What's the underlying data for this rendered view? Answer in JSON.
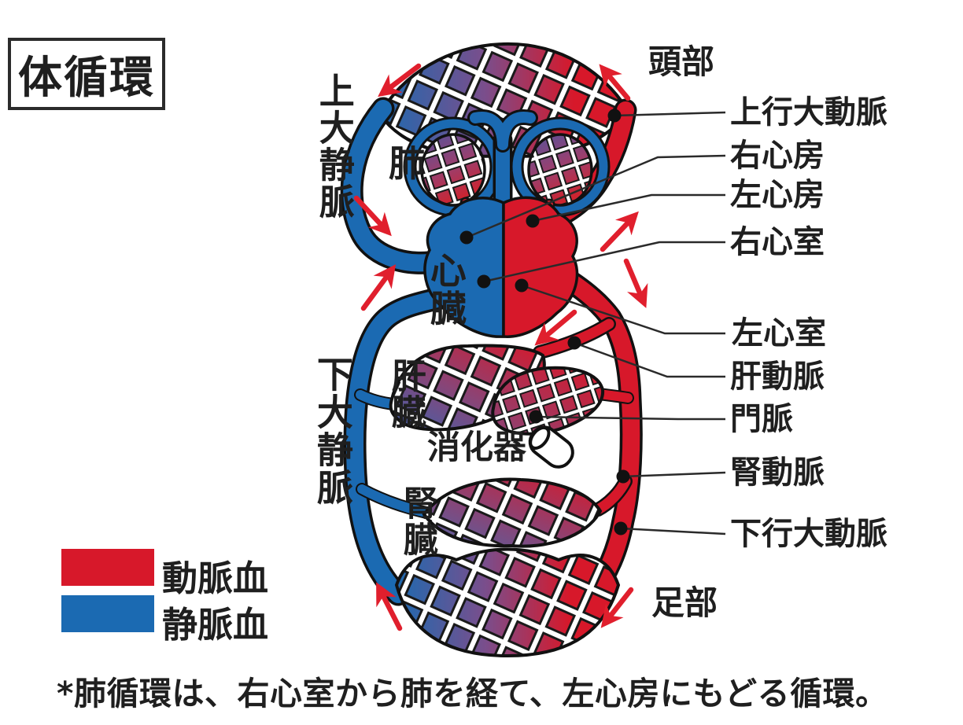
{
  "title": "体循環",
  "legend": {
    "arterial": {
      "label": "動脈血",
      "color": "#d7182a"
    },
    "venous": {
      "label": "静脈血",
      "color": "#1b6ab2"
    }
  },
  "footnote": "*肺循環は、右心室から肺を経て、左心房にもどる循環。",
  "labels": {
    "head": "頭部",
    "ascending_aorta": "上行大動脈",
    "right_atrium": "右心房",
    "left_atrium": "左心房",
    "right_ventricle": "右心室",
    "left_ventricle": "左心室",
    "hepatic_artery": "肝動脈",
    "portal_vein": "門脈",
    "renal_artery": "腎動脈",
    "descending_aorta": "下行大動脈",
    "foot": "足部",
    "superior_vena_cava": "上大静脈",
    "inferior_vena_cava": "下大静脈",
    "lung": "肺",
    "heart": "心臓",
    "liver": "肝臓",
    "digestive_organs": "消化器",
    "kidney": "腎臓"
  },
  "colors": {
    "arterial_red": "#d7182a",
    "venous_blue": "#1b6ab2",
    "capillary_purple": "#7a4e8c",
    "arrow_red": "#e01f2d",
    "outline_black": "#111111"
  }
}
